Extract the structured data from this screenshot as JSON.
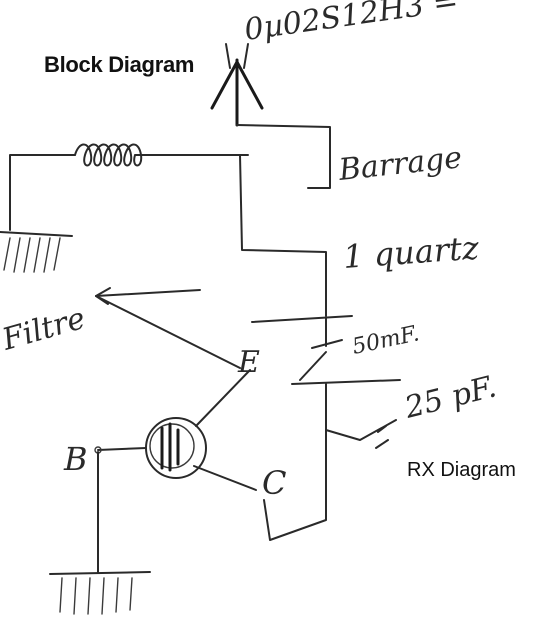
{
  "title": "Block Diagram",
  "subtitle": "RX Diagram",
  "handwritten": {
    "top_code": "0µ02S12H3 =",
    "barrage": "Barrage",
    "quartz": "1 quartz",
    "filter": "Filtre",
    "capacitor_1": "50mF.",
    "capacitor_2": "25 pF.",
    "emitter": "E",
    "base": "B",
    "collector": "C"
  }
}
